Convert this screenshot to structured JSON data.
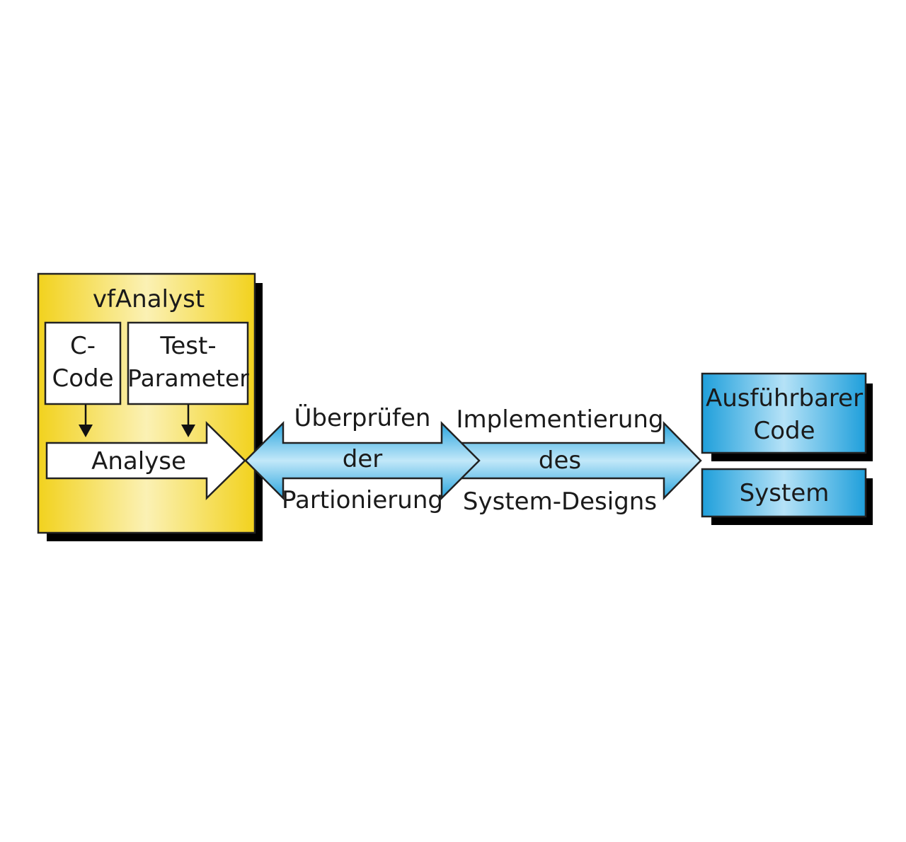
{
  "analyst": {
    "title": "vfAnalyst",
    "c_code_line1": "C-",
    "c_code_line2": "Code",
    "test_line1": "Test-",
    "test_line2": "Parameter",
    "analyse": "Analyse"
  },
  "arrow_left": {
    "top": "Überprüfen",
    "middle": "der",
    "bottom": "Partionierung"
  },
  "arrow_right": {
    "top": "Implementierung",
    "middle": "des",
    "bottom": "System-Designs"
  },
  "outputs": {
    "exec_line1": "Ausführbarer",
    "exec_line2": "Code",
    "system": "System"
  },
  "colors": {
    "yellow": "#f5dc2e",
    "yellow_light": "#fbf3b8",
    "blue": "#29a8e0",
    "blue_light": "#b8e3f7",
    "shadow": "#000000",
    "border": "#222222"
  }
}
